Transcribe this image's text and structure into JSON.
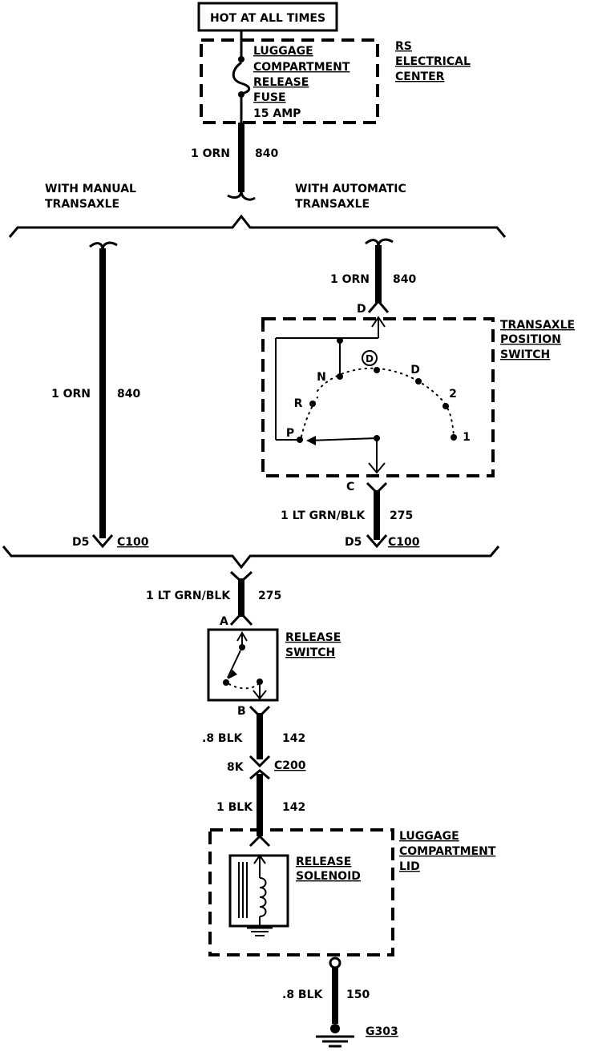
{
  "power": {
    "hot_label": "HOT AT ALL TIMES"
  },
  "fuse": {
    "lines": [
      "LUGGAGE",
      "COMPARTMENT",
      "RELEASE",
      "FUSE",
      "15 AMP"
    ],
    "center_lines": [
      "RS",
      "ELECTRICAL",
      "CENTER"
    ]
  },
  "wire_main": {
    "gauge": "1 ORN",
    "circuit": "840"
  },
  "branches": {
    "manual_lines": [
      "WITH MANUAL",
      "TRANSAXLE"
    ],
    "auto_lines": [
      "WITH AUTOMATIC",
      "TRANSAXLE"
    ]
  },
  "manual_wire": {
    "gauge": "1 ORN",
    "circuit": "840",
    "pin": "D5",
    "connector": "C100"
  },
  "auto_wire_in": {
    "gauge": "1 ORN",
    "circuit": "840",
    "pin": "D"
  },
  "tps": {
    "title_lines": [
      "TRANSAXLE",
      "POSITION",
      "SWITCH"
    ],
    "positions": {
      "p": "P",
      "r": "R",
      "n": "N",
      "od": "D",
      "d": "D",
      "two": "2",
      "one": "1"
    }
  },
  "auto_wire_out": {
    "pin_top": "C",
    "gauge": "1 LT GRN/BLK",
    "circuit": "275",
    "pin": "D5",
    "connector": "C100"
  },
  "common_wire": {
    "gauge": "1 LT GRN/BLK",
    "circuit": "275"
  },
  "release_switch": {
    "pin_a": "A",
    "pin_b": "B",
    "title_lines": [
      "RELEASE",
      "SWITCH"
    ]
  },
  "wire_142a": {
    "gauge": ".8 BLK",
    "circuit": "142",
    "pin": "8K",
    "connector": "C200"
  },
  "wire_142b": {
    "gauge": "1 BLK",
    "circuit": "142"
  },
  "lid": {
    "title_lines": [
      "LUGGAGE",
      "COMPARTMENT",
      "LID"
    ],
    "solenoid_lines": [
      "RELEASE",
      "SOLENOID"
    ]
  },
  "ground_wire": {
    "gauge": ".8 BLK",
    "circuit": "150",
    "ground": "G303"
  }
}
